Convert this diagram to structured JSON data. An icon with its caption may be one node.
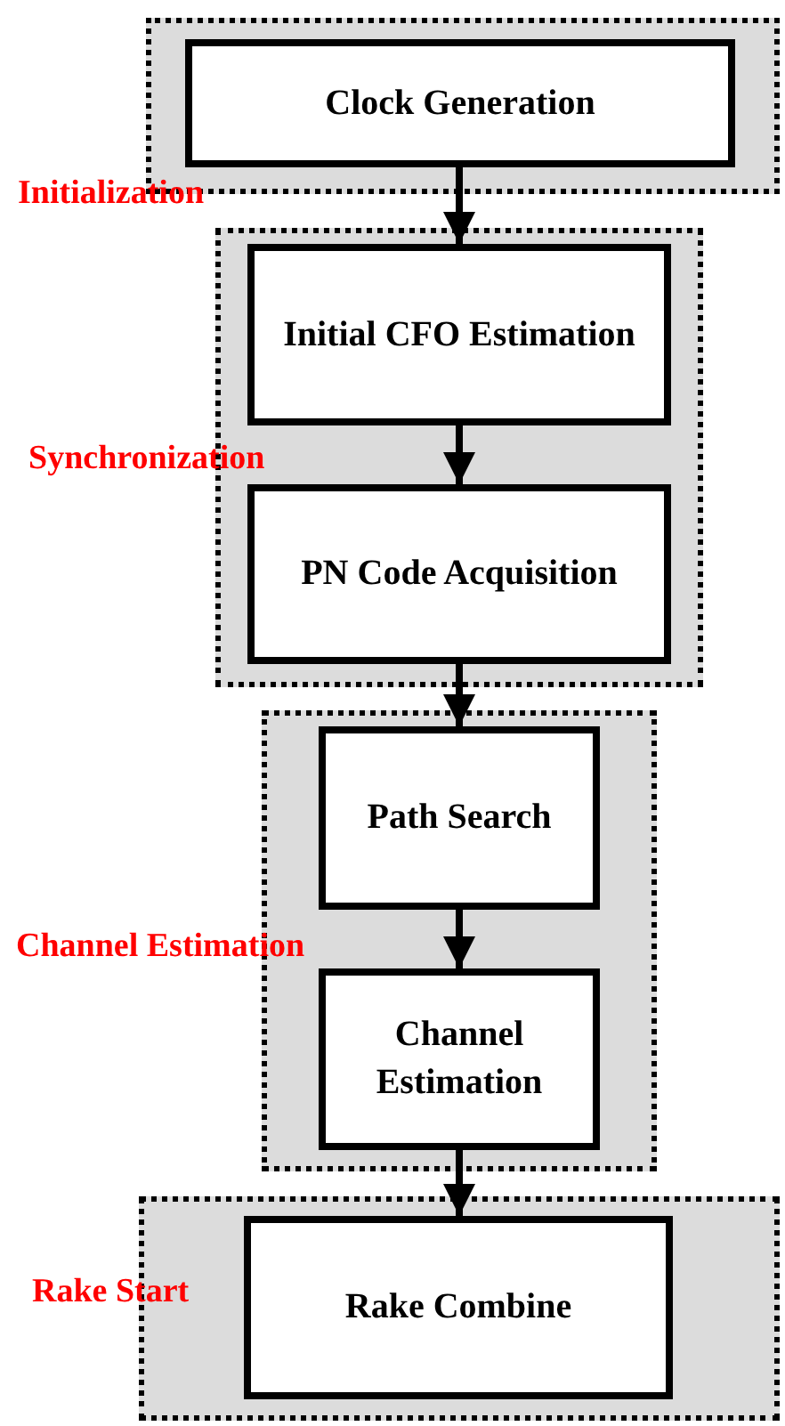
{
  "diagram": {
    "nodes": [
      {
        "text": [
          "Initialization"
        ]
      },
      {
        "text": [
          "Clock Generation"
        ],
        "in": 0
      },
      {
        "text": [
          "Synchronization"
        ]
      },
      {
        "text": [
          "Initial CFO Estimation"
        ],
        "in": 2
      },
      {
        "text": [
          "PN Code Acquisition"
        ],
        "in": 2
      },
      {
        "text": [
          "Channel Estimation"
        ]
      },
      {
        "text": [
          "Path Search"
        ],
        "in": 5
      },
      {
        "text": [
          "Channel Estimation"
        ],
        "in": 5
      },
      {
        "text": [
          "Rake Start"
        ]
      },
      {
        "text": [
          "Rake Combine"
        ],
        "in": 8
      }
    ],
    "edges": [
      {
        "from": 1,
        "to": 3,
        "arrow": "to"
      },
      {
        "from": 3,
        "to": 4,
        "arrow": "to"
      },
      {
        "from": 4,
        "to": 6,
        "arrow": "to"
      },
      {
        "from": 6,
        "to": 7,
        "arrow": "to"
      },
      {
        "from": 7,
        "to": 9,
        "arrow": "to"
      }
    ]
  }
}
